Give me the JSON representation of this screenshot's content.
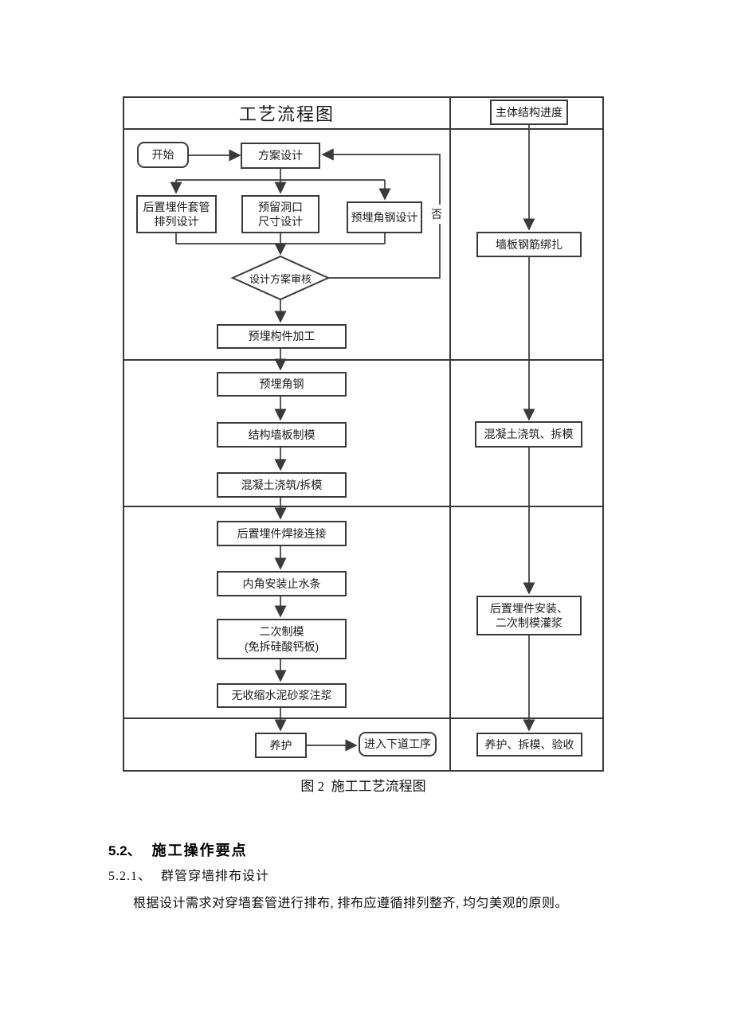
{
  "chart": {
    "title_left": "工艺流程图",
    "right_header": "主体结构进度",
    "decision_no": "否",
    "nodes": {
      "start": "开始",
      "plan": "方案设计",
      "sleeve": "后置埋件套管\n排列设计",
      "hole": "预留洞口\n尺寸设计",
      "angle_design": "预埋角钢设计",
      "review": "设计方案审核",
      "fabricate": "预埋构件加工",
      "embed_angle": "预埋角钢",
      "wall_formwork": "结构墙板制模",
      "pour_strip": "混凝土浇筑/拆模",
      "weld": "后置埋件焊接连接",
      "waterstop": "内角安装止水条",
      "second_formwork": "二次制模\n(免拆硅酸钙板)",
      "grout": "无收缩水泥砂浆注浆",
      "cure": "养护",
      "next_process": "进入下道工序"
    },
    "progress_nodes": {
      "rebar": "墙板钢筋绑扎",
      "pour": "混凝土浇筑、拆模",
      "install_grout": "后置埋件安装、\n二次制模灌浆",
      "cure_accept": "养护、拆模、验收"
    },
    "caption": "图 2  施工工艺流程图"
  },
  "sections": {
    "h2_num": "5.2、",
    "h2_title": "施工操作要点",
    "h3_num": "5.2.1、",
    "h3_title": "群管穿墙排布设计",
    "paragraph": "根据设计需求对穿墙套管进行排布, 排布应遵循排列整齐, 均匀美观的原则。"
  }
}
